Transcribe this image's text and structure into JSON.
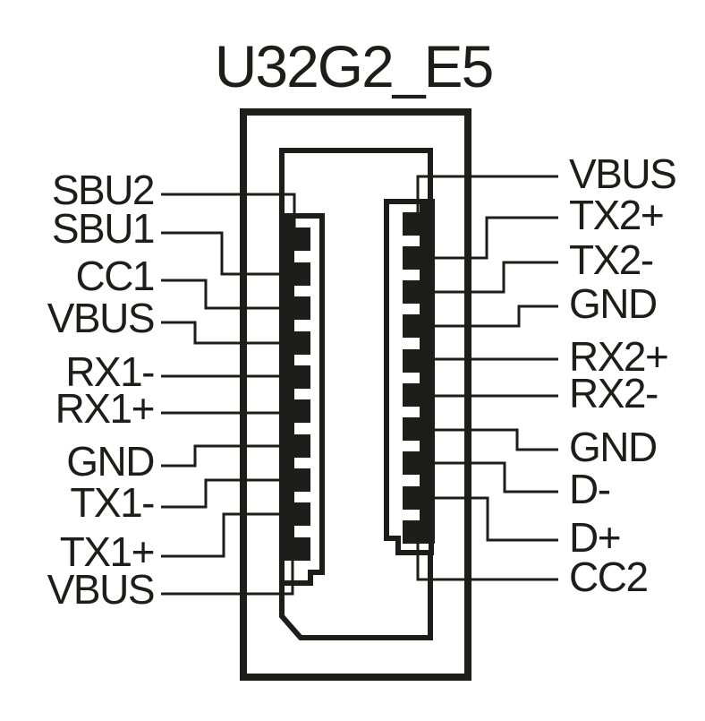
{
  "title": "U32G2_E5",
  "connector": {
    "left_pins": [
      "SBU2",
      "SBU1",
      "CC1",
      "VBUS",
      "RX1-",
      "RX1+",
      "GND",
      "TX1-",
      "TX1+",
      "VBUS"
    ],
    "right_pins": [
      "VBUS",
      "TX2+",
      "TX2-",
      "GND",
      "RX2+",
      "RX2-",
      "GND",
      "D-",
      "D+",
      "CC2"
    ]
  },
  "colors": {
    "ink": "#1d1d1b",
    "background": "#ffffff"
  }
}
